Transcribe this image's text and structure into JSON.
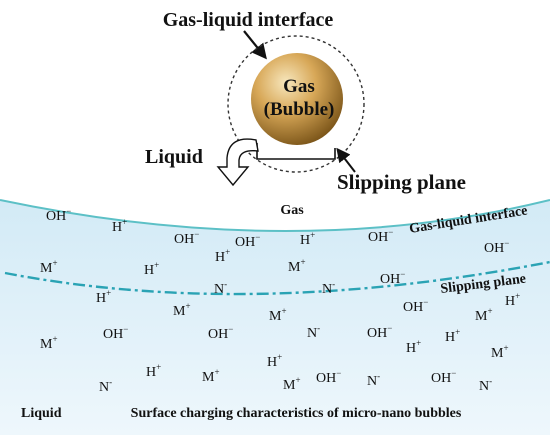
{
  "top": {
    "interface_label": "Gas-liquid interface",
    "bubble_line1": "Gas",
    "bubble_line2": "(Bubble)",
    "liquid_label": "Liquid",
    "slipping_label": "Slipping plane"
  },
  "bottom": {
    "gas_label": "Gas",
    "interface_label": "Gas-liquid interface",
    "slipping_label": "Slipping plane",
    "liquid_label": "Liquid",
    "caption": "Surface charging characteristics of micro-nano bubbles"
  },
  "ions": [
    {
      "base": "OH",
      "sup": "−"
    },
    {
      "base": "H",
      "sup": "+"
    },
    {
      "base": "OH",
      "sup": "−"
    },
    {
      "base": "OH",
      "sup": "−"
    },
    {
      "base": "H",
      "sup": "+"
    },
    {
      "base": "OH",
      "sup": "−"
    },
    {
      "base": "OH",
      "sup": "−"
    },
    {
      "base": "M",
      "sup": "+"
    },
    {
      "base": "H",
      "sup": "+"
    },
    {
      "base": "H",
      "sup": "+"
    },
    {
      "base": "M",
      "sup": "+"
    },
    {
      "base": "OH",
      "sup": "−"
    },
    {
      "base": "H",
      "sup": "+"
    },
    {
      "base": "N",
      "sup": "-"
    },
    {
      "base": "N",
      "sup": "-"
    },
    {
      "base": "M",
      "sup": "+"
    },
    {
      "base": "M",
      "sup": "+"
    },
    {
      "base": "OH",
      "sup": "−"
    },
    {
      "base": "H",
      "sup": "+"
    },
    {
      "base": "M",
      "sup": "+"
    },
    {
      "base": "OH",
      "sup": "−"
    },
    {
      "base": "OH",
      "sup": "−"
    },
    {
      "base": "N",
      "sup": "-"
    },
    {
      "base": "OH",
      "sup": "−"
    },
    {
      "base": "H",
      "sup": "+"
    },
    {
      "base": "H",
      "sup": "+"
    },
    {
      "base": "M",
      "sup": "+"
    },
    {
      "base": "H",
      "sup": "+"
    },
    {
      "base": "M",
      "sup": "+"
    },
    {
      "base": "H",
      "sup": "+"
    },
    {
      "base": "M",
      "sup": "+"
    },
    {
      "base": "M",
      "sup": "+"
    },
    {
      "base": "OH",
      "sup": "−"
    },
    {
      "base": "N",
      "sup": "-"
    },
    {
      "base": "OH",
      "sup": "−"
    },
    {
      "base": "N",
      "sup": "-"
    },
    {
      "base": "N",
      "sup": "-"
    }
  ],
  "colors": {
    "liquid_top": "#d2eaf6",
    "liquid_bottom": "#eef7fc",
    "interface_line": "#5cc0c6",
    "slipping_line": "#2aa3b4",
    "bubble_highlight": "#f7e7bd",
    "bubble_shadow": "#7a5418"
  }
}
